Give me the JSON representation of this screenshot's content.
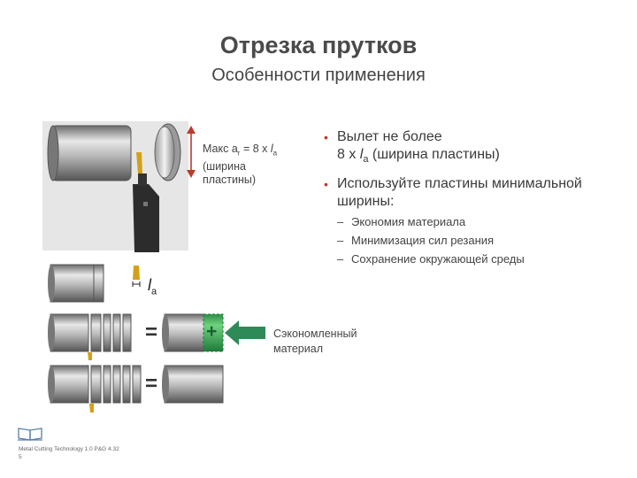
{
  "header": {
    "title": "Отрезка прутков",
    "subtitle": "Особенности применения"
  },
  "figure": {
    "annotation": {
      "prefix": "Макс a",
      "prefix_sub": "r",
      "middle": " = 8 x ",
      "l_letter": "l",
      "l_sub": "a",
      "line2": "(ширина",
      "line3": "пластины)"
    },
    "width_label": {
      "letter": "l",
      "sub": "a"
    },
    "equals_1": "=",
    "plus": "+",
    "equals_2": "=",
    "saved_label_1": "Сэкономленный",
    "saved_label_2": "материал"
  },
  "bullets": {
    "b1_line1": "Вылет не более",
    "b1_line2_pre": "8 x ",
    "b1_l": "l",
    "b1_sub": "a",
    "b1_line2_post": " (ширина пластины)",
    "b2_line1": "Используйте пластины минимальной",
    "b2_line2": "ширины:",
    "subitems": [
      "Экономия материала",
      "Минимизация сил резания",
      "Сохранение окружающей среды"
    ]
  },
  "footer": {
    "source": "Metal Cutting Technology 1.0 P&G 4.32",
    "page": "5"
  },
  "colors": {
    "title": "#4a4a4a",
    "bullet": "#c0392b",
    "arrow_red": "#c0392b",
    "saved_green": "#3fae5a",
    "arrow_green": "#2e8b57",
    "insert_yellow": "#d4a017"
  },
  "icons": [
    "book-icon",
    "double-arrow-icon",
    "left-arrow-icon",
    "plus-icon"
  ]
}
